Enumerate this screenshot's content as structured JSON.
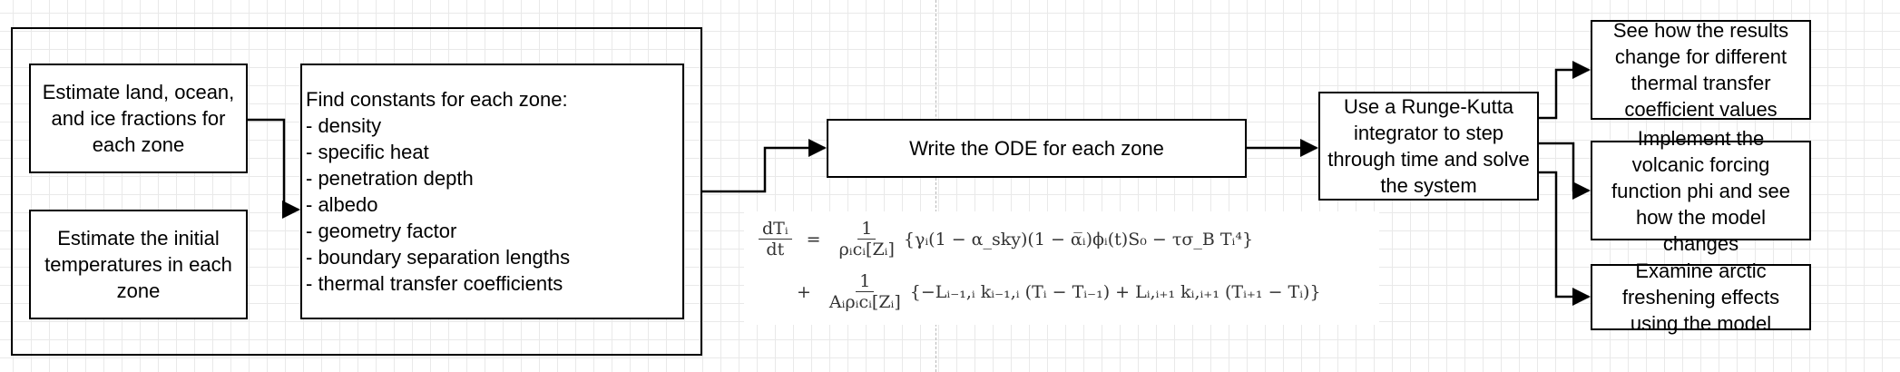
{
  "boxes": {
    "estimate_fractions": "Estimate land, ocean, and ice fractions for each zone",
    "estimate_temperatures": "Estimate the initial temperatures in each zone",
    "constants_title": "Find constants for each zone:",
    "constants_items": [
      "- density",
      "- specific heat",
      "- penetration depth",
      "- albedo",
      "- geometry factor",
      "- boundary separation lengths",
      "- thermal transfer coefficients"
    ],
    "write_ode": "Write the ODE for each zone",
    "runge_kutta": "Use a Runge-Kutta integrator to step through time and solve the system",
    "thermal_transfer": "See how the results change for different thermal transfer coefficient values",
    "volcanic_forcing": "Implement the volcanic forcing function phi and see how the model changes",
    "arctic_freshening": "Examine arctic freshening effects using the model"
  },
  "equation": {
    "lhs_num": "dTᵢ",
    "lhs_den": "dt",
    "eq": "=",
    "t1_num": "1",
    "t1_den": "ρᵢcᵢ[Zᵢ]",
    "t1_body": "{γᵢ(1 − α_sky)(1 − α̅ᵢ)ϕᵢ(t)S₀ − τσ_B Tᵢ⁴}",
    "plus": "+",
    "t2_num": "1",
    "t2_den": "Aᵢρᵢcᵢ[Zᵢ]",
    "t2_body": "{−Lᵢ₋₁,ᵢ kᵢ₋₁,ᵢ (Tᵢ − Tᵢ₋₁) + Lᵢ,ᵢ₊₁ kᵢ,ᵢ₊₁ (Tᵢ₊₁ − Tᵢ)}"
  }
}
